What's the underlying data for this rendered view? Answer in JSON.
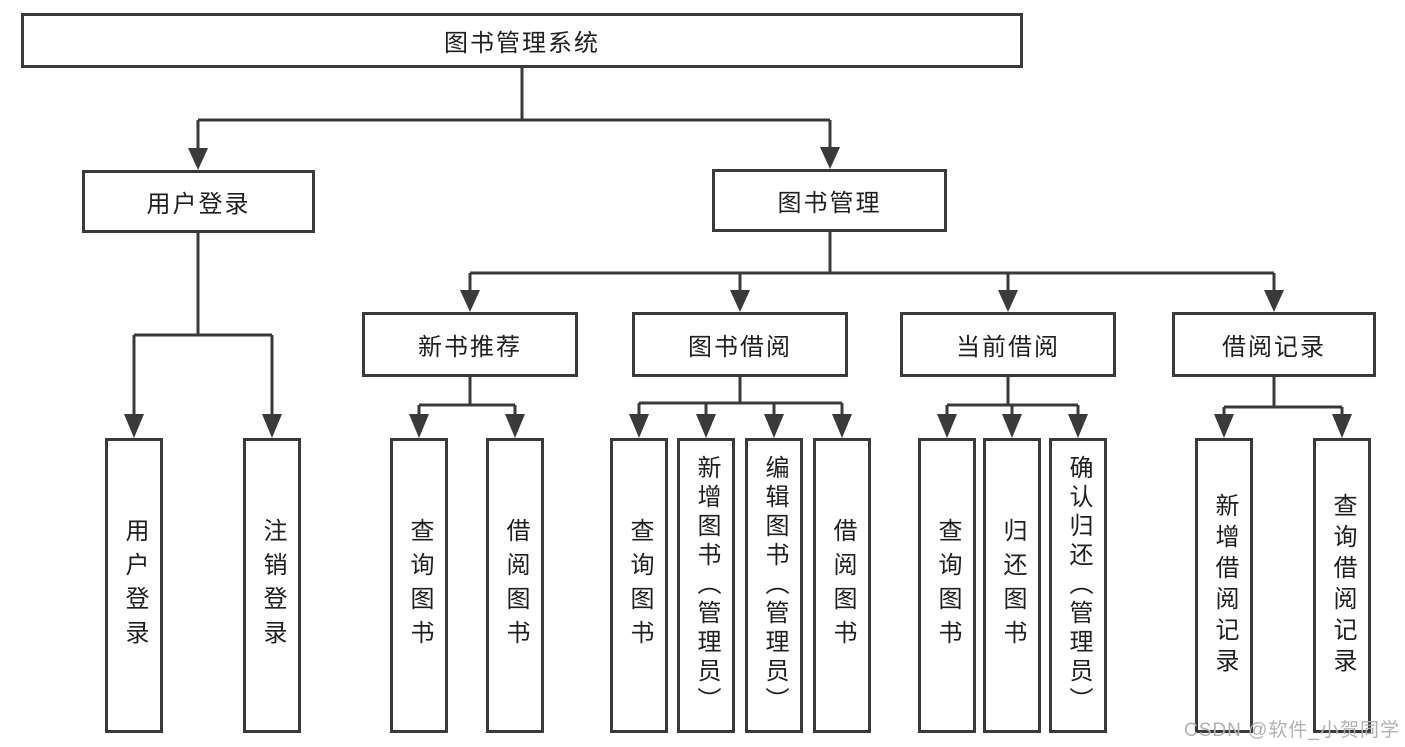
{
  "tree": {
    "root": "图书管理系统",
    "children": [
      {
        "label": "用户登录",
        "children": [
          "用户登录",
          "注销登录"
        ]
      },
      {
        "label": "图书管理",
        "children": [
          {
            "label": "新书推荐",
            "children": [
              "查询图书",
              "借阅图书"
            ]
          },
          {
            "label": "图书借阅",
            "children": [
              "查询图书",
              "新增图书（管理员）",
              "编辑图书（管理员）",
              "借阅图书"
            ]
          },
          {
            "label": "当前借阅",
            "children": [
              "查询图书",
              "归还图书",
              "确认归还（管理员）"
            ]
          },
          {
            "label": "借阅记录",
            "children": [
              "新增借阅记录",
              "查询借阅记录"
            ]
          }
        ]
      }
    ]
  },
  "watermark": {
    "text": "CSDN @软件_小贺同学"
  },
  "colors": {
    "line": "#3a3a3a",
    "text": "#1f1f1f",
    "watermark": "#b1b1b1",
    "background": "#ffffff"
  }
}
